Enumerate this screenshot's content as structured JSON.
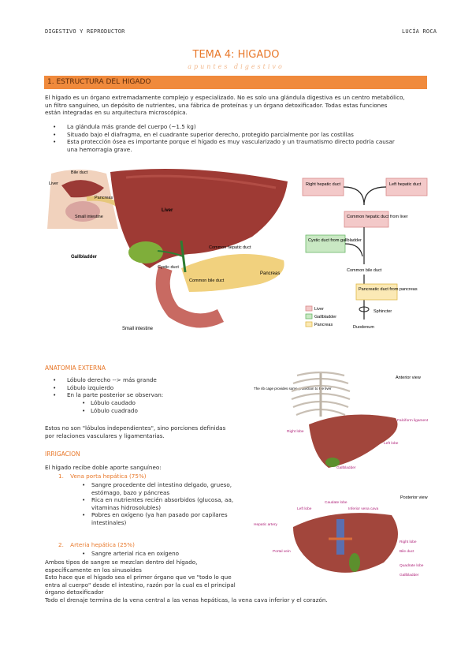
{
  "header": {
    "left": "DIGESTIVO Y REPRODUCTOR",
    "right": "LUCÍA ROCA"
  },
  "title": "TEMA 4: HIGADO",
  "subtitle": "apuntes digestivo",
  "section1": {
    "heading": "1. ESTRUCTURA DEL HIGADO",
    "intro": [
      "El hígado es un órgano extremadamente complejo y especializado. No es solo una glándula digestiva es un centro metabólico,",
      "un filtro sanguíneo, un depósito de nutrientes, una fábrica de proteínas y un órgano detoxificador. Todas estas funciones",
      "están integradas en su arquitectura microscópica."
    ],
    "bullets": [
      "La glándula más grande del cuerpo (~1.5 kg)",
      "Situado bajo el diafragma, en el cuadrante superior derecho, protegido parcialmente por las costillas",
      "Esta protección ósea es importante porque el hígado es muy vascularizado y un traumatismo directo podría causar"
    ],
    "bullet_cont": "una hemorragia grave."
  },
  "fig1": {
    "labels": {
      "bile_duct": "Bile duct",
      "liver_small": "Liver",
      "pancreas_small": "Pancreas",
      "small_intestine_small": "Small intestine",
      "liver": "Liver",
      "gallbladder": "Gallbladder",
      "common_hepatic": "Common hepatic duct",
      "cystic": "Cystic duct",
      "common_bile": "Common bile duct",
      "pancreas": "Pancreas",
      "small_intestine": "Small intestine"
    }
  },
  "flow": {
    "right_hepatic": "Right hepatic duct",
    "left_hepatic": "Left hepatic duct",
    "common_hepatic": "Common hepatic duct from liver",
    "cystic": "Cystic duct from gallbladder",
    "common_bile": "Common bile duct",
    "pancreatic": "Pancreatic duct from pancreas",
    "sphincter": "Sphincter",
    "duodenum": "Duodenum",
    "legend": [
      "Liver",
      "Gallbladder",
      "Pancreas"
    ],
    "colors": {
      "liver": "#f3c9c9",
      "gallbladder": "#c9e8c3",
      "pancreas": "#fbe9b5",
      "liver_border": "#d98a8a",
      "gall_border": "#6bb86a",
      "panc_border": "#e0b84a"
    }
  },
  "anatomia": {
    "heading": "ANATOMIA EXTERNA",
    "bullets": [
      "Lóbulo derecho --> más grande",
      "Lóbulo izquierdo",
      "En la parte posterior se observan:"
    ],
    "sub": [
      "Lóbulo caudado",
      "Lóbulo cuadrado"
    ],
    "text": [
      "Estos no son \"lóbulos independientes\", sino porciones definidas",
      "por relaciones vasculares y ligamentarias."
    ]
  },
  "irrigacion": {
    "heading": "IRRIGACION",
    "intro": "El hígado recibe doble aporte sanguíneo:",
    "item1": {
      "num": "1.",
      "title": "Vena porta hepática (75%)"
    },
    "item1_bullets": [
      [
        "Sangre procedente del intestino delgado, grueso,",
        "estómago, bazo y páncreas"
      ],
      [
        "Rica en nutrientes recién absorbidos (glucosa, aa,",
        "vitaminas hidrosolubles)"
      ],
      [
        "Pobres en oxígeno (ya han pasado por capilares",
        "intestinales)"
      ]
    ],
    "item2": {
      "num": "2.",
      "title": "Arteria hepática (25%)"
    },
    "item2_bullets": [
      "Sangre arterial rica en oxígeno"
    ],
    "closing": [
      "Ambos tipos de sangre se mezclan dentro del hígado,",
      "específicamente en los sinusoides",
      "Esto hace que el hígado sea el primer órgano que ve \"todo lo que",
      "entra al cuerpo\" desde el intestino, razón por la cual es el principal",
      "órgano detoxificador",
      "Todo el drenaje termina de la vena central a las venas hepáticas, la vena cava inferior y el corazón."
    ]
  },
  "fig3": {
    "anterior": "Anterior view",
    "ribcage": "The rib cage provides some protection to the liver",
    "falciform": "Falciform ligament",
    "right_lobe": "Right lobe",
    "left_lobe": "Left lobe",
    "gallbladder": "Gallbladder",
    "posterior": "Posterior view",
    "caudate": "Caudate lobe",
    "left_lobe_p": "Left lobe",
    "ivc": "Inferior vena cava",
    "hep_artery": "Hepatic artery",
    "portal": "Portal vein",
    "right_lobe_p": "Right lobe",
    "bile_duct": "Bile duct",
    "quadrate": "Quadrate lobe",
    "gallbladder_p": "Gallbladder"
  }
}
